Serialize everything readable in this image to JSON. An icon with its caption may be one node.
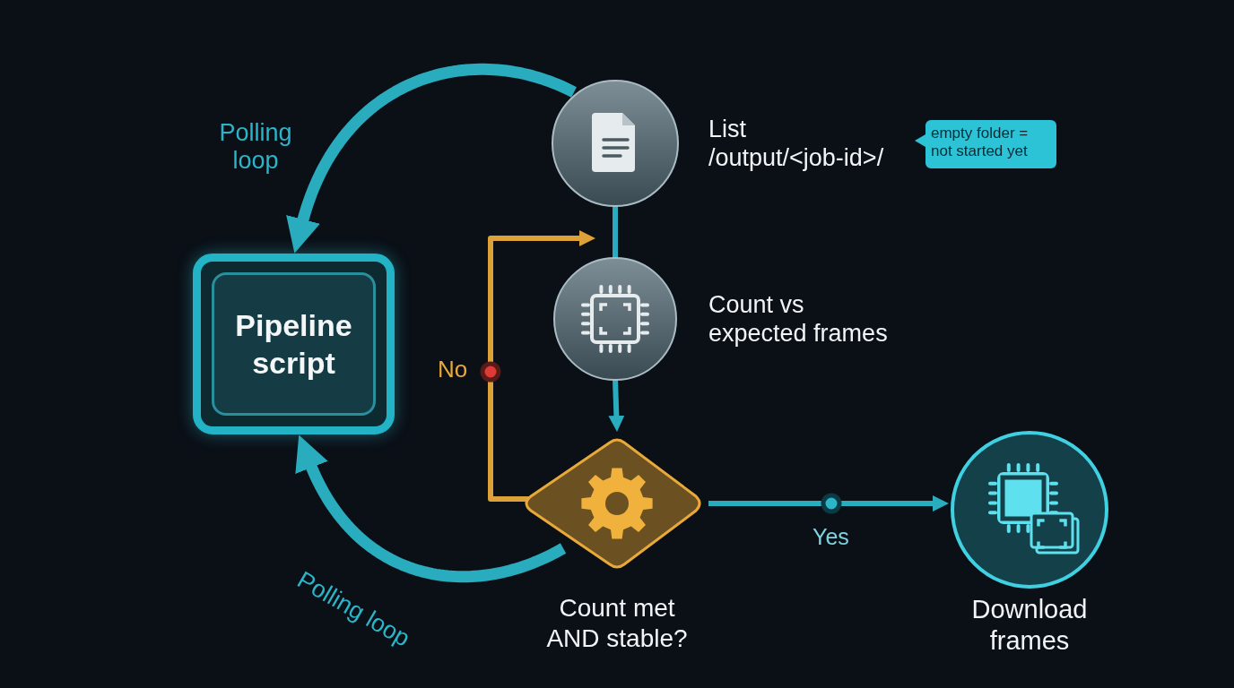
{
  "diagram": {
    "nodes": [
      {
        "text": [
          "Pipeline script"
        ]
      },
      {
        "text": [
          "List /output/<job-id>/"
        ]
      },
      {
        "text": [
          "empty folder = not started yet"
        ]
      },
      {
        "text": [
          "Count vs expected frames"
        ]
      },
      {
        "text": [
          "Count met AND stable?"
        ]
      },
      {
        "text": [
          "Download frames"
        ]
      }
    ],
    "edges": [
      {
        "from": 1,
        "to": 0,
        "arrow": "to",
        "label": "Polling loop",
        "style": "thick"
      },
      {
        "from": 1,
        "to": 3,
        "arrow": "none"
      },
      {
        "from": 3,
        "to": 4,
        "arrow": "to"
      },
      {
        "from": 4,
        "to": 5,
        "arrow": "to",
        "label": "Yes"
      },
      {
        "from": 4,
        "to": 3,
        "arrow": "to",
        "label": "No",
        "color": "#e8a93a"
      },
      {
        "from": 4,
        "to": 0,
        "arrow": "to",
        "label": "Polling loop",
        "style": "thick"
      }
    ]
  }
}
